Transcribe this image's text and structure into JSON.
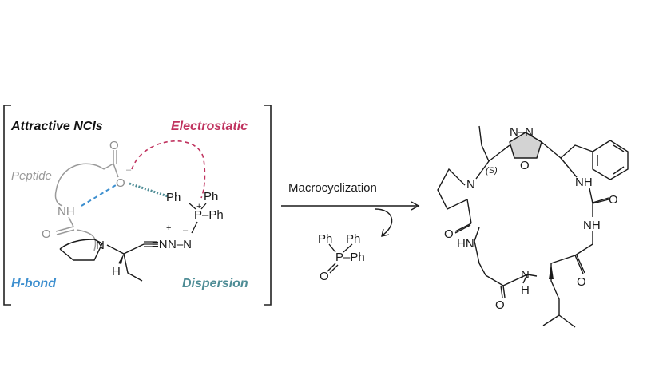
{
  "labels": {
    "attractive": "Attractive NCIs",
    "electrostatic": "Electrostatic",
    "hbond": "H-bond",
    "dispersion": "Dispersion",
    "peptide": "Peptide"
  },
  "reaction": {
    "arrow_label": "Macrocyclization"
  },
  "colors": {
    "black": "#111111",
    "electrostatic": "#c0335f",
    "hbond": "#3d8fcf",
    "dispersion": "#4f8d96",
    "peptide": "#9a9a9a",
    "oxadiazole_fill": "#d3d3d3"
  },
  "atoms": {
    "O": "O",
    "NH": "NH",
    "N": "N",
    "H": "H",
    "HN": "HN",
    "P": "P",
    "Ph": "Ph",
    "PPh": "P–Ph",
    "plus": "+",
    "minus": "–",
    "NN": "N–N",
    "S_stereo": "(S)",
    "N_equiv": "≡N",
    "N_imine": "N–N"
  }
}
